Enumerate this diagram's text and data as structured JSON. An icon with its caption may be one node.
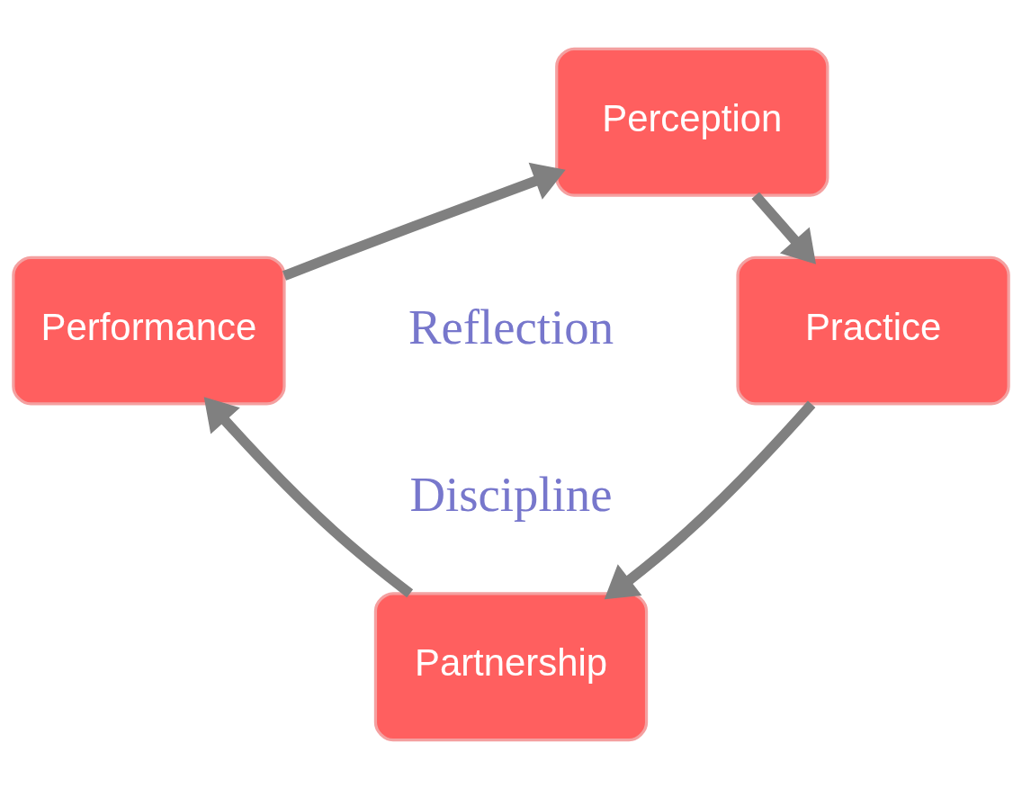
{
  "diagram": {
    "nodes": [
      {
        "text": [
          "Perception"
        ]
      },
      {
        "text": [
          "Practice"
        ]
      },
      {
        "text": [
          "Partnership"
        ]
      },
      {
        "text": [
          "Performance"
        ]
      }
    ],
    "edges": [
      {
        "from": 0,
        "to": 1,
        "arrow": "to"
      },
      {
        "from": 1,
        "to": 2,
        "arrow": "to"
      },
      {
        "from": 2,
        "to": 3,
        "arrow": "to"
      },
      {
        "from": 3,
        "to": 0,
        "arrow": "to"
      }
    ],
    "labels": [
      "Reflection",
      "Discipline"
    ]
  }
}
